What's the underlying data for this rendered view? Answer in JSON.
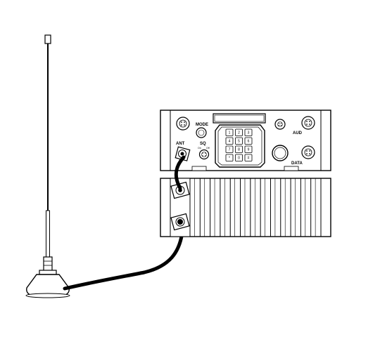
{
  "panel_labels": {
    "mode": "MODE",
    "ant": "ANT",
    "sq": "SQ",
    "sq_on": "On",
    "sq_off": "Off",
    "aud": "AUD",
    "data": "DATA"
  },
  "keypad": [
    "1",
    "2",
    "3",
    "4",
    "5",
    "6",
    "7",
    "8",
    "9",
    "*",
    "0",
    "#"
  ]
}
